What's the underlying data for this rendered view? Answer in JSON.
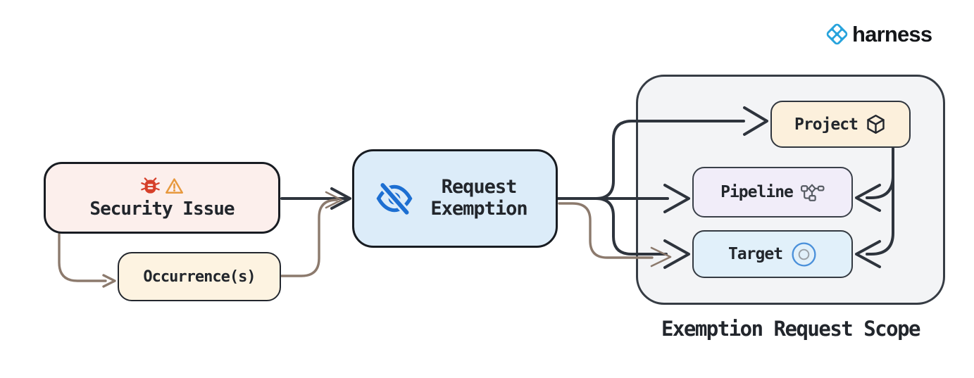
{
  "brand": {
    "name": "harness",
    "icon": "harness-diamond-icon"
  },
  "colors": {
    "ink": "#2e343d",
    "muted_arrow": "#8c7a6d",
    "logo_blue": "#27a3dc",
    "bug_red": "#d6402a",
    "warning_orange": "#e7993e",
    "eye_blue": "#1d6fd2",
    "target_blue": "#4a90da",
    "target_inner_gray": "#9aa0a6",
    "pipeline_icon_gray": "#565b63",
    "security_fill": "#fcefec",
    "occurrence_fill": "#fdf3e1",
    "request_fill": "#dcecf9",
    "scope_fill": "#f3f4f6",
    "project_fill": "#fcf0dc",
    "pipeline_fill": "#f1edf9",
    "target_fill": "#e1f0fa"
  },
  "nodes": {
    "security_issue": {
      "label": "Security Issue",
      "icons": [
        "bug-icon",
        "warning-icon"
      ]
    },
    "occurrence": {
      "label": "Occurrence(s)"
    },
    "request_exemption": {
      "label": "Request Exemption",
      "icon": "eye-off-icon"
    },
    "project": {
      "label": "Project",
      "icon": "package-cube-icon"
    },
    "pipeline": {
      "label": "Pipeline",
      "icon": "pipeline-dag-icon"
    },
    "target": {
      "label": "Target",
      "icon": "target-circle-icon"
    }
  },
  "scope": {
    "caption": "Exemption Request Scope"
  }
}
